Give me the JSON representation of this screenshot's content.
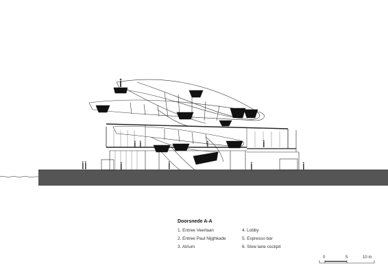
{
  "legend": {
    "title": "Doorsnede A-A",
    "items": [
      "1. Entree Veerlaan",
      "2. Entree Paul Nijghkade",
      "3. Atrium",
      "4. Lobby",
      "5. Espresso bar",
      "6. Slow lane cockpit"
    ]
  },
  "scale_bar": {
    "labels": [
      "0",
      "5",
      "10 m"
    ]
  },
  "colors": {
    "ground": "#555555",
    "lines": "#222222",
    "pods": "#111111"
  }
}
